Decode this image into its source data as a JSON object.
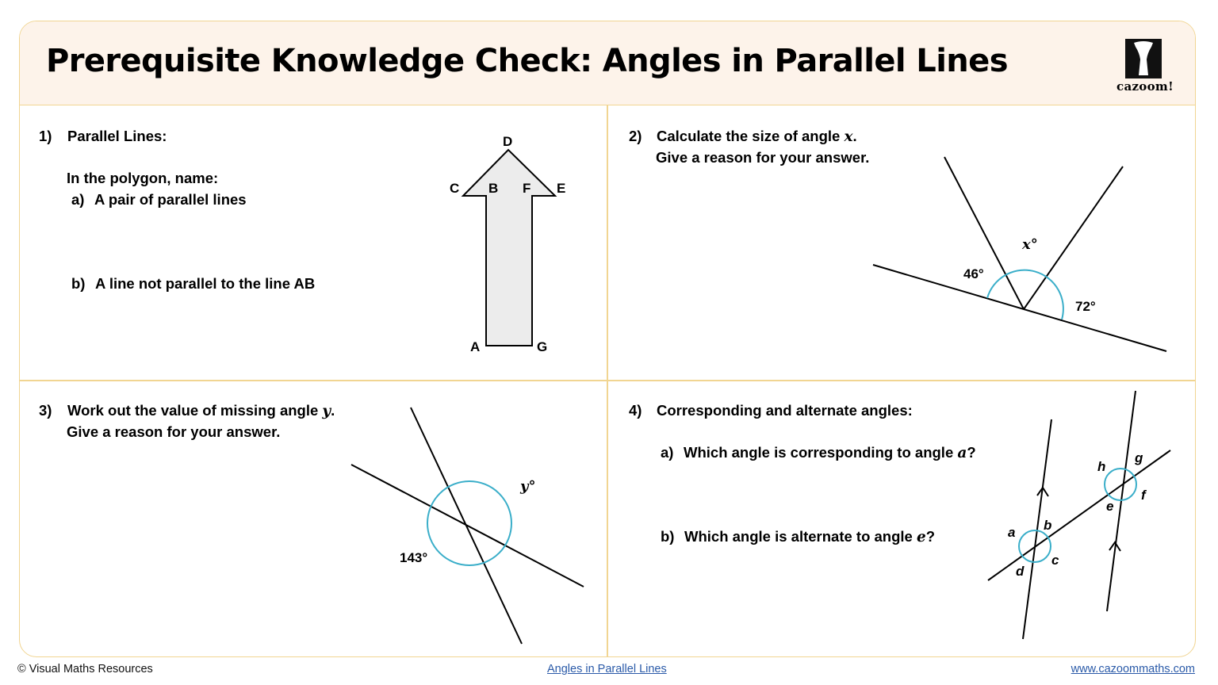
{
  "header": {
    "title": "Prerequisite Knowledge Check: Angles in Parallel Lines",
    "logo_text": "cazoom!",
    "logo_icon": "djembe-drum-icon"
  },
  "questions": [
    {
      "number": "1)",
      "title": "Parallel Lines:",
      "intro": "In the polygon, name:",
      "parts": [
        {
          "label": "a)",
          "text": "A pair of parallel lines"
        },
        {
          "label": "b)",
          "text": "A line not parallel to the line AB"
        }
      ],
      "figure": {
        "type": "arrow-polygon",
        "fill": "#ececec",
        "vertex_labels": {
          "A": "A",
          "B": "B",
          "C": "C",
          "D": "D",
          "E": "E",
          "F": "F",
          "G": "G"
        }
      }
    },
    {
      "number": "2)",
      "line1_prefix": "Calculate the size of angle ",
      "line1_var": "x",
      "line1_suffix": ".",
      "line2": "Give a reason for your answer.",
      "figure": {
        "type": "angles-on-straight-line",
        "angles": {
          "left": "46°",
          "middle": "x°",
          "right": "72°"
        }
      }
    },
    {
      "number": "3)",
      "line1_prefix": "Work out the value of missing angle ",
      "line1_var": "y",
      "line1_suffix": ".",
      "line2": "Give a reason for your answer.",
      "figure": {
        "type": "vertically-opposite-angles",
        "angles": {
          "known": "143°",
          "unknown": "y°"
        }
      }
    },
    {
      "number": "4)",
      "title": "Corresponding and alternate angles:",
      "parts": [
        {
          "label": "a)",
          "prefix": "Which angle is corresponding to angle ",
          "var": "a",
          "suffix": "?"
        },
        {
          "label": "b)",
          "prefix": "Which angle is alternate to angle ",
          "var": "e",
          "suffix": "?"
        }
      ],
      "figure": {
        "type": "parallel-lines-transversal",
        "angle_labels": [
          "a",
          "b",
          "c",
          "d",
          "e",
          "f",
          "g",
          "h"
        ]
      }
    }
  ],
  "colors": {
    "border": "#f1d592",
    "header_bg": "#fdf3ea",
    "arc": "#3aaec9",
    "link": "#2a5aa8"
  },
  "footer": {
    "left": "© Visual Maths Resources",
    "center": "Angles in Parallel Lines",
    "right": "www.cazoommaths.com"
  }
}
